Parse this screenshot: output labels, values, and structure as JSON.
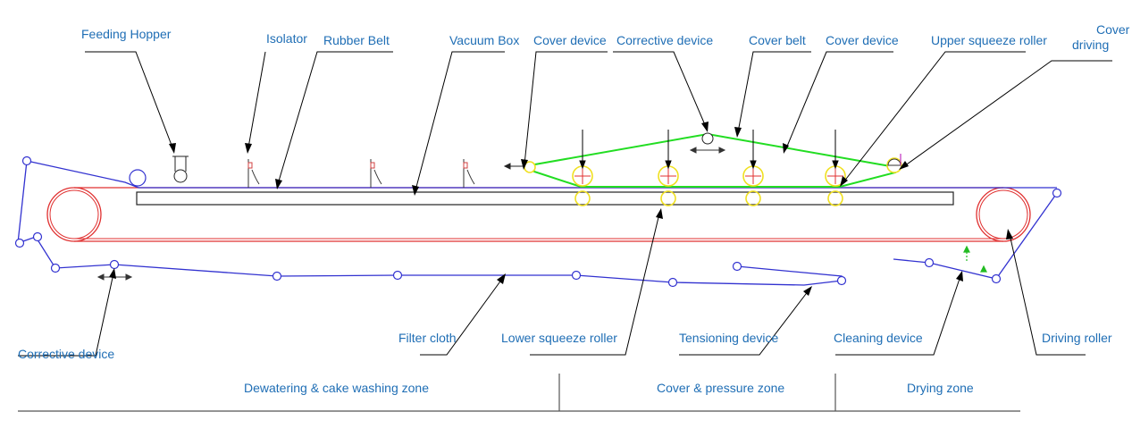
{
  "labels": {
    "feeding_hopper": "Feeding Hopper",
    "isolator": "Isolator",
    "rubber_belt": "Rubber Belt",
    "vacuum_box": "Vacuum Box",
    "cover_device_left": "Cover device",
    "corrective_device_top": "Corrective device",
    "cover_belt": "Cover belt",
    "cover_device_right": "Cover device",
    "upper_squeeze_roller": "Upper squeeze roller",
    "cover_driving_line1": "Cover",
    "cover_driving_line2": "driving",
    "corrective_device_bottom": "Corrective device",
    "filter_cloth": "Filter cloth",
    "lower_squeeze_roller": "Lower squeeze roller",
    "tensioning_device": "Tensioning device",
    "cleaning_device": "Cleaning device",
    "driving_roller": "Driving roller"
  },
  "zones": {
    "dewatering": "Dewatering & cake washing zone",
    "cover_pressure": "Cover & pressure zone",
    "drying": "Drying zone"
  },
  "colors": {
    "label_text": "#1f6eb5",
    "rubber_belt": "#e03030",
    "filter_cloth": "#3232d0",
    "cover_belt": "#22dd22",
    "squeeze_rollers": "#f0e020",
    "leader_lines": "#000000"
  }
}
